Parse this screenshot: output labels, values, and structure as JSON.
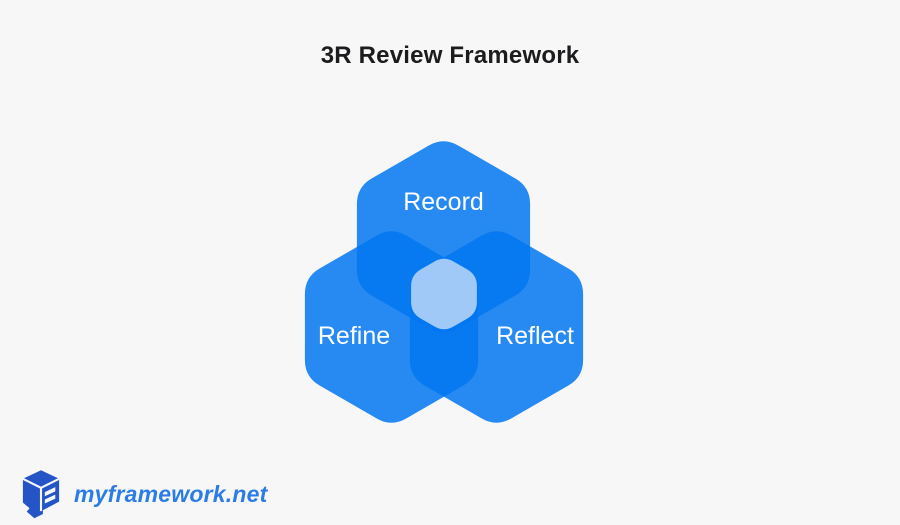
{
  "background_color": "#F7F7F7",
  "header": {
    "title": "3R Review Framework",
    "title_color": "#1C1C1E"
  },
  "diagram": {
    "type": "hexagon-venn",
    "hexagons": [
      {
        "id": "record",
        "label": "Record"
      },
      {
        "id": "refine",
        "label": "Refine"
      },
      {
        "id": "reflect",
        "label": "Reflect"
      }
    ],
    "colors": {
      "hexagon_fill": "#0277F1",
      "hexagon_opacity": "0.85",
      "center_hexagon_fill": "#A0C9F7",
      "label_color": "#FFFFFF"
    }
  },
  "footer": {
    "brand_text": "myframework.net",
    "brand_color": "#2C7CE6",
    "logo_color": "#2454C6",
    "logo_detail_color": "#F7F7F7"
  }
}
